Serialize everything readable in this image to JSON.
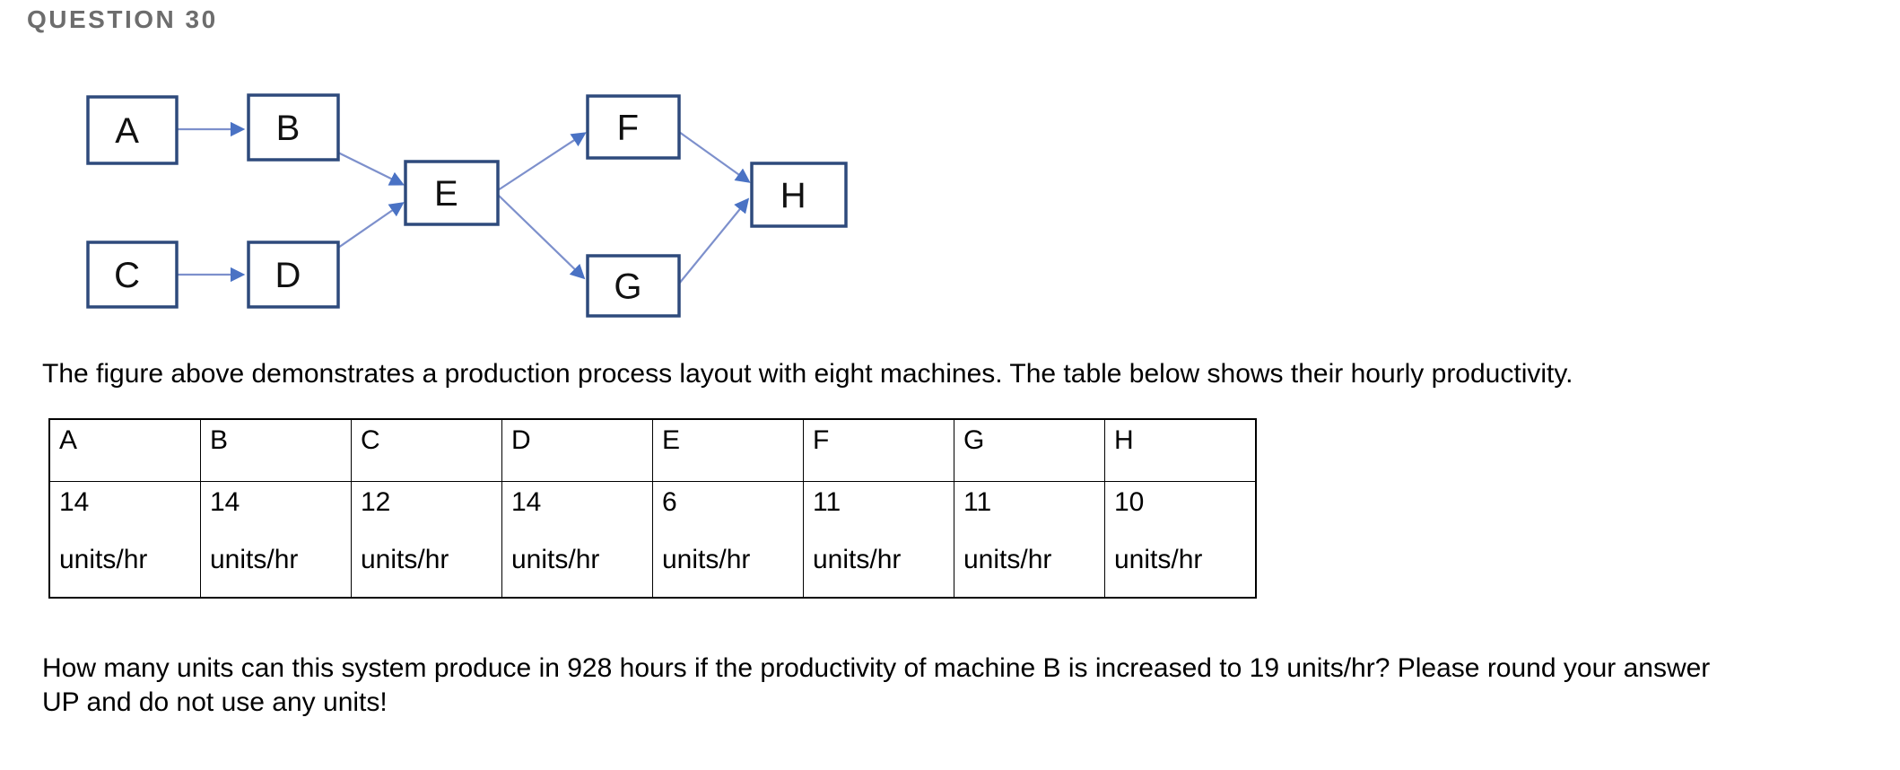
{
  "header": {
    "title": "QUESTION 30"
  },
  "figure": {
    "type": "process-flow-diagram",
    "nodes": [
      "A",
      "B",
      "C",
      "D",
      "E",
      "F",
      "G",
      "H"
    ],
    "edges": [
      [
        "A",
        "B"
      ],
      [
        "C",
        "D"
      ],
      [
        "B",
        "E"
      ],
      [
        "D",
        "E"
      ],
      [
        "E",
        "F"
      ],
      [
        "E",
        "G"
      ],
      [
        "F",
        "H"
      ],
      [
        "G",
        "H"
      ]
    ],
    "colors": {
      "box_border": "#2e4a7c",
      "box_fill": "#ffffff",
      "arrow_line": "#7d90cc",
      "arrow_head": "#4a72c4",
      "label": "#111111"
    }
  },
  "description": "The figure above demonstrates a production process layout with eight machines. The table below shows their hourly productivity.",
  "table": {
    "headers": [
      "A",
      "B",
      "C",
      "D",
      "E",
      "F",
      "G",
      "H"
    ],
    "values": [
      "14",
      "14",
      "12",
      "14",
      "6",
      "11",
      "11",
      "10"
    ],
    "unit_label": "units/hr"
  },
  "question": {
    "line1": "How many units can this system produce in 928 hours if the productivity of machine B is increased to 19 units/hr? Please round your answer",
    "line2": "UP and do not use any units!"
  },
  "colors": {
    "title_text": "#6d6d6d",
    "body_text": "#000000",
    "background": "#ffffff"
  }
}
